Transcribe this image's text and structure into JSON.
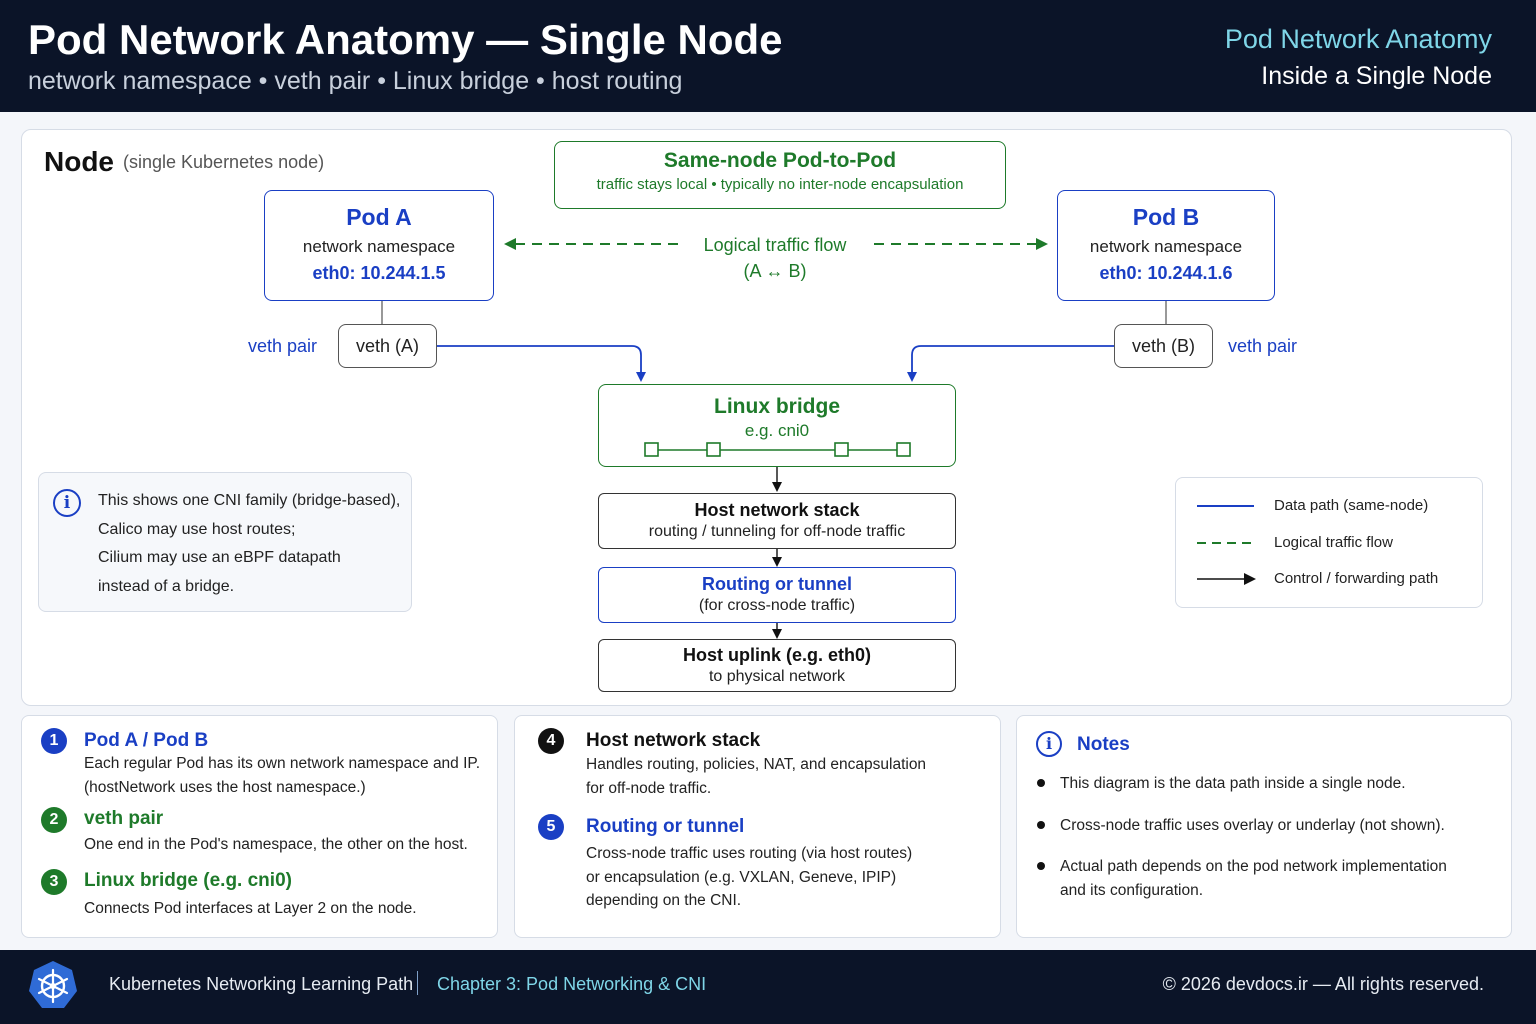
{
  "header": {
    "title": "Pod Network Anatomy — Single Node",
    "subtitle": "network namespace • veth pair • Linux bridge • host routing",
    "right_title": "Pod Network Anatomy",
    "right_subtitle": "Inside a Single Node"
  },
  "node": {
    "title": "Node",
    "subtitle": "(single Kubernetes node)"
  },
  "same_node": {
    "title": "Same-node Pod-to-Pod",
    "subtitle": "traffic stays local • typically no inter-node encapsulation"
  },
  "pod_a": {
    "name": "Pod A",
    "ns": "network namespace",
    "ip": "eth0: 10.244.1.5"
  },
  "pod_b": {
    "name": "Pod B",
    "ns": "network namespace",
    "ip": "eth0: 10.244.1.6"
  },
  "flow": {
    "line1": "Logical traffic flow",
    "line2": "(A ↔ B)"
  },
  "veth": {
    "a": "veth (A)",
    "b": "veth (B)",
    "label": "veth pair"
  },
  "bridge": {
    "title": "Linux bridge",
    "subtitle": "e.g. cni0"
  },
  "host_stack": {
    "title": "Host network stack",
    "subtitle": "routing / tunneling for off-node traffic"
  },
  "routing": {
    "title": "Routing or tunnel",
    "subtitle": "(for cross-node traffic)"
  },
  "uplink": {
    "title": "Host uplink (e.g. eth0)",
    "subtitle": "to physical network"
  },
  "info": {
    "icon": "info-icon",
    "lines": [
      "This shows one CNI family (bridge-based),",
      "Calico may use host routes;",
      "Cilium may use an eBPF datapath",
      "instead of a bridge."
    ]
  },
  "legend": {
    "items": [
      {
        "label": "Data path (same-node)",
        "color": "#1a3fc4"
      },
      {
        "label": "Logical traffic flow",
        "color": "#1e7a2a"
      },
      {
        "label": "Control / forwarding path",
        "color": "#111111"
      }
    ]
  },
  "cards": {
    "c1": {
      "n1": "1",
      "t1": "Pod A / Pod B",
      "d1": [
        "Each regular Pod has its own network namespace and IP.",
        "(hostNetwork uses the host namespace.)"
      ],
      "n2": "2",
      "t2": "veth pair",
      "d2": [
        "One end in the Pod's namespace, the other on the host."
      ],
      "n3": "3",
      "t3": "Linux bridge (e.g. cni0)",
      "d3": [
        "Connects Pod interfaces at Layer 2 on the node."
      ]
    },
    "c2": {
      "n4": "4",
      "t4": "Host network stack",
      "d4": [
        "Handles routing, policies, NAT, and encapsulation",
        "for off-node traffic."
      ],
      "n5": "5",
      "t5": "Routing or tunnel",
      "d5": [
        "Cross-node traffic uses routing (via host routes)",
        "or encapsulation (e.g. VXLAN, Geneve, IPIP)",
        "depending on the CNI."
      ]
    },
    "c3": {
      "title": "Notes",
      "bullets": [
        [
          "This diagram is the data path inside a single node."
        ],
        [
          "Cross-node traffic uses overlay or underlay (not shown)."
        ],
        [
          "Actual path depends on the pod network implementation",
          "and its configuration."
        ]
      ]
    }
  },
  "footer": {
    "logo_icon": "kubernetes-helm-icon",
    "path": "Kubernetes Networking Learning Path",
    "chapter": "Chapter 3: Pod Networking & CNI",
    "copyright": "© 2026 devdocs.ir — All rights reserved."
  }
}
